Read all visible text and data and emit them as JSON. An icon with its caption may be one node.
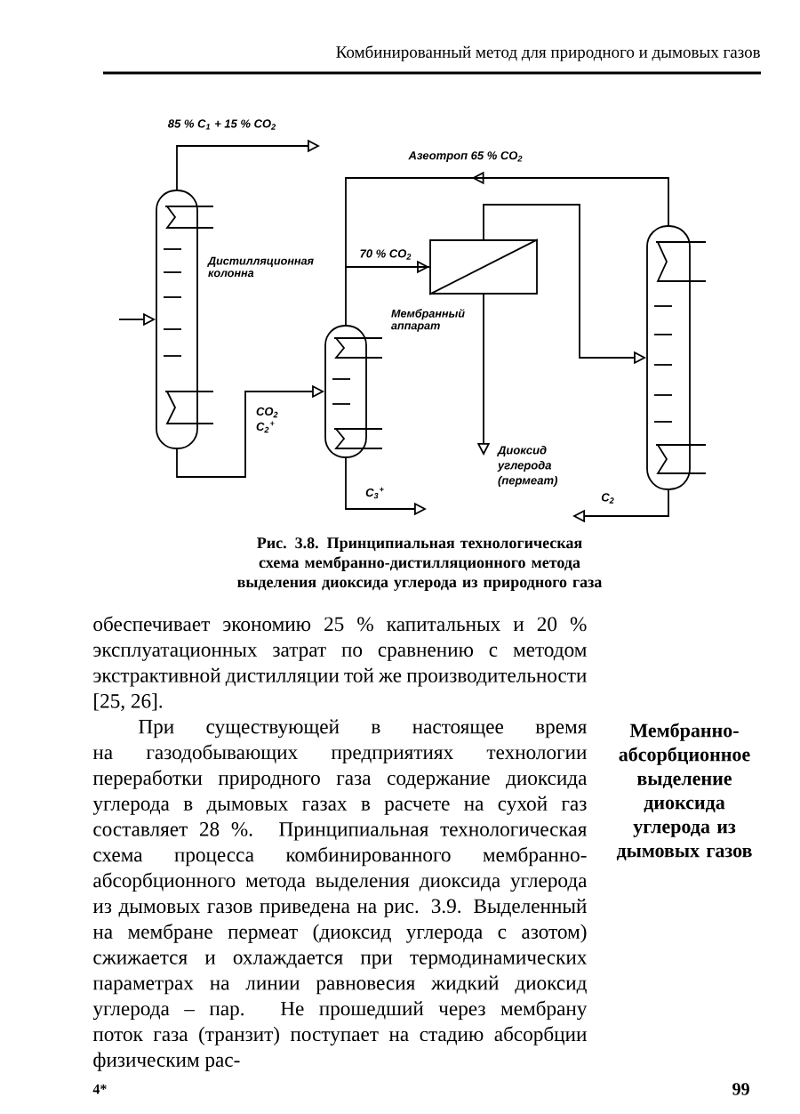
{
  "diagram": {
    "caption": "Рис. 3.8. Принципиальная технологическая схема мембранно-дистилляционного метода выделения диоксида углерода из природного газа",
    "nodes": [
      {
        "text": [],
        "shape": "column",
        "beside": [
          "Дистилляционная колонна"
        ]
      },
      {
        "text": [],
        "shape": "column"
      },
      {
        "text": [],
        "shape": "box",
        "beside": [
          "Мембранный аппарат"
        ]
      },
      {
        "text": [],
        "shape": "column"
      }
    ],
    "edges": [
      {
        "from": null,
        "to": 0,
        "arrow": "to"
      },
      {
        "from": 0,
        "to": null,
        "arrow": "to",
        "label": "85 % C$_{1}$ + 15 % CO$_{2}$"
      },
      {
        "from": 0,
        "to": 1,
        "arrow": "to",
        "label": "CO$_{2}$ C$_{2}$$^{+}$"
      },
      {
        "from": 1,
        "to": 2,
        "arrow": "to",
        "label": "70 % CO$_{2}$"
      },
      {
        "from": 1,
        "to": null,
        "arrow": "to",
        "label": "C$_{3}$$^{+}$"
      },
      {
        "from": 3,
        "to": 2,
        "arrow": "to",
        "label": "Азеотроп 65 % CO$_{2}$"
      },
      {
        "from": 2,
        "to": 3,
        "arrow": "to"
      },
      {
        "from": 2,
        "to": null,
        "arrow": "to",
        "label": "Диоксид углерода (пермеат)"
      },
      {
        "from": 3,
        "to": null,
        "arrow": "to",
        "label": "C$_{2}$"
      }
    ],
    "labels": [
      "Комбинированный метод для природного и дымовых газов",
      "обеспечивает экономию 25 % капитальных и 20 % эксплуатационных затрат по сравнению с методом экстрактивной дистилляции той же производительности [25, 26].",
      "При существующей в настоящее время на газодобывающих предприятиях технологии переработки природного газа содержание диоксида углерода в дымовых газах в расчете на сухой газ составляет 28 %. Принципиальная технологическая схема процесса комбинированного мембранно-абсорбционного метода выделения диоксида углерода из дымовых газов приведена на рис. 3.9. Выделенный на мембране пермеат (диоксид углерода с азотом) сжижается и охлаждается при термодинамических параметрах на линии равновесия жидкий диоксид углерода – пар. Не прошедший через мембрану поток газа (транзит) поступает на стадию абсорбции физическим рас-",
      "Мембранно-абсорбционное выделение диоксида углерода из дымовых газов",
      "4*",
      "99"
    ]
  }
}
